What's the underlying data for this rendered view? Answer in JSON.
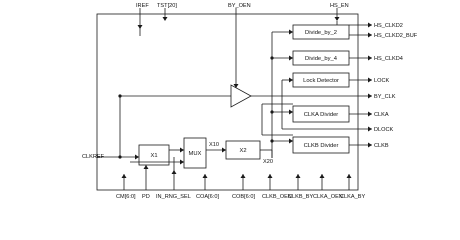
{
  "pins_top": {
    "iref": "IREF",
    "tst": "TST[20]",
    "by_oen": "BY_OEN",
    "hs_en": "HS_EN"
  },
  "pins_right": {
    "hs_clkd2": "HS_CLKD2",
    "hs_clkd2_buf": "HS_CLKD2_BUF",
    "hs_clkd4": "HS_CLKD4",
    "lock": "LOCK",
    "by_clk": "BY_CLK",
    "clka": "CLKA",
    "dlock": "DLOCK",
    "clkb": "CLKB"
  },
  "pins_left": {
    "clkref": "CLKREF"
  },
  "pins_bottom": {
    "cm": "CM[6:0]",
    "pd": "PD",
    "in_rng_sel": "IN_RNG_SEL",
    "coa": "COA[6:0]",
    "cob": "COB[6:0]",
    "clkb_oen": "CLKB_OEN",
    "clkb_by": "CLKB_BY",
    "clka_oen": "CLKA_OEN",
    "clka_by": "CLKA_BY"
  },
  "blocks": {
    "divide_by_2": "Divide_by_2",
    "divide_by_4": "Divide_by_4",
    "lock_detector": "Lock Detector",
    "clka_divider": "CLKA Divider",
    "clkb_divider": "CLKB Divider",
    "x1": "X1",
    "mux": "MUX",
    "x2": "X2"
  },
  "signals": {
    "x10": "X10",
    "x20": "X20"
  }
}
